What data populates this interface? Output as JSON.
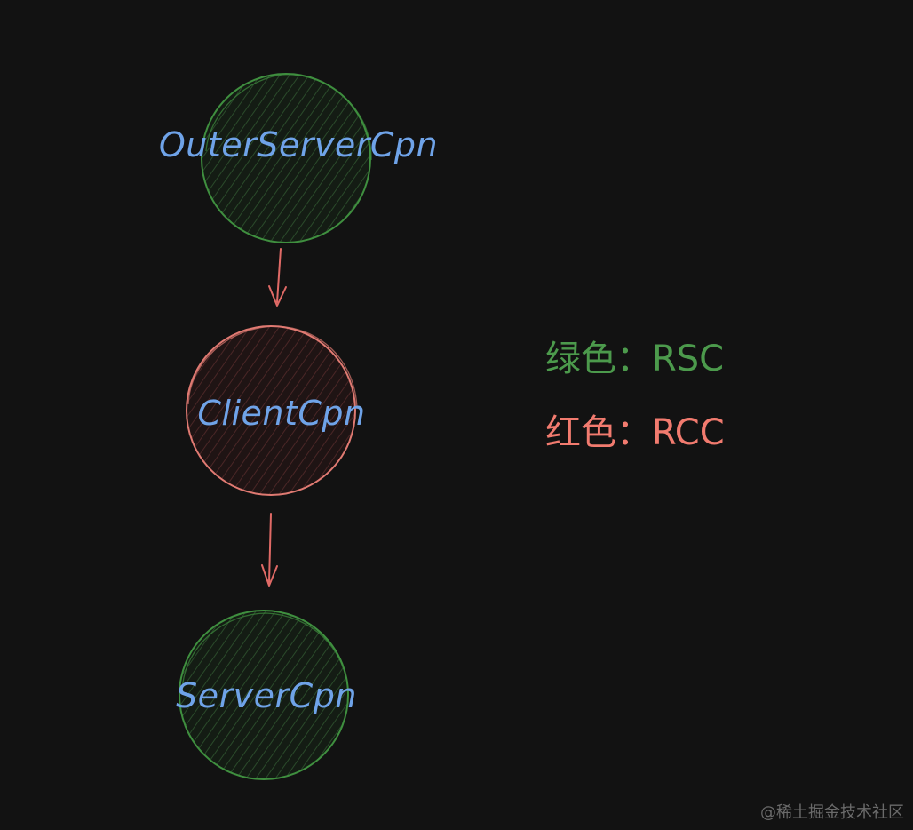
{
  "nodes": [
    {
      "id": "outer-server",
      "label": "OuterServerCpn",
      "kind": "rsc"
    },
    {
      "id": "client",
      "label": "ClientCpn",
      "kind": "rcc"
    },
    {
      "id": "server",
      "label": "ServerCpn",
      "kind": "rsc"
    }
  ],
  "legend": {
    "rsc": "绿色：RSC",
    "rcc": "红色：RCC"
  },
  "watermark": "@稀土掘金技术社区",
  "colors": {
    "background": "#121212",
    "rsc_stroke": "#3f8f3f",
    "rsc_fill": "#1a2a1a",
    "rcc_stroke": "#e07a72",
    "rcc_fill": "#2a1a1a",
    "arrow": "#e06a66",
    "label": "#6fa3e8",
    "legend_rsc": "#4c9a4c",
    "legend_rcc": "#f27b6f"
  }
}
